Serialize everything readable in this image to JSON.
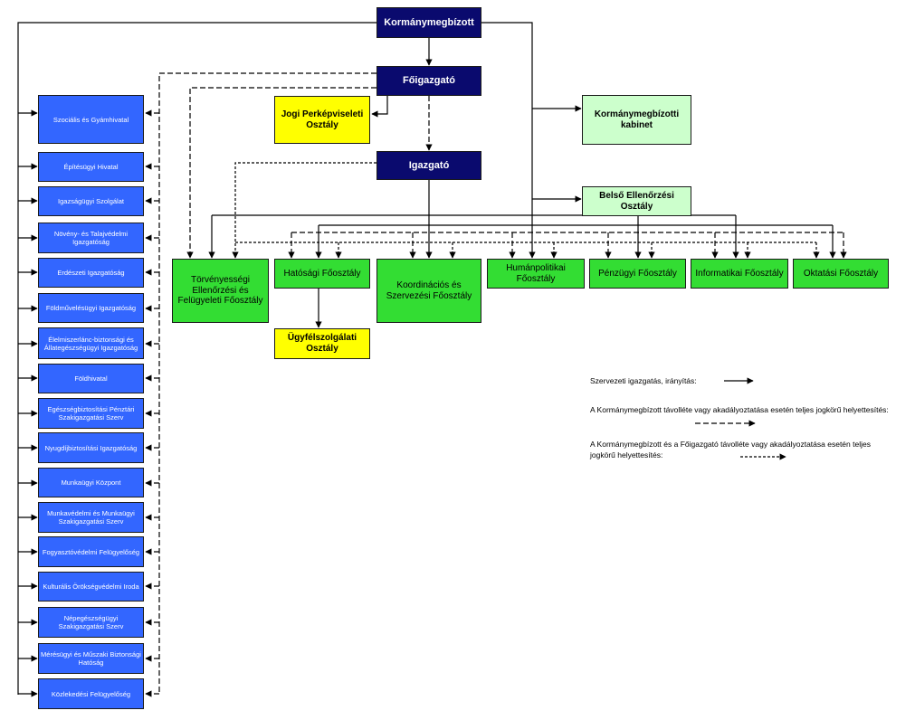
{
  "top": {
    "kormanymegbizott": "Kormánymegbízott",
    "foigazgato": "Főigazgató",
    "igazgato": "Igazgató"
  },
  "yellow": {
    "jogi": "Jogi Perképviseleti Osztály",
    "ugyfelszolgalati": "Ügyfélszolgálati Osztály"
  },
  "cabinet": {
    "kabinet": "Kormánymegbízotti kabinet",
    "belso": "Belső Ellenőrzési Osztály"
  },
  "departments": [
    "Törvényességi Ellenőrzési és Felügyeleti Főosztály",
    "Hatósági Főosztály",
    "Koordinációs és Szervezési Főosztály",
    "Humánpolitikai Főosztály",
    "Pénzügyi Főosztály",
    "Informatikai Főosztály",
    "Oktatási Főosztály"
  ],
  "agencies": [
    "Szociális és Gyámhivatal",
    "Építésügyi Hivatal",
    "Igazságügyi Szolgálat",
    "Növény- és Talajvédelmi Igazgatóság",
    "Erdészeti Igazgatóság",
    "Földművelésügyi Igazgatóság",
    "Élelmiszerlánc-biztonsági és Állategészségügyi Igazgatóság",
    "Földhivatal",
    "Egészségbiztosítási Pénztári Szakigazgatási Szerv",
    "Nyugdíjbiztosítási Igazgatóság",
    "Munkaügyi Központ",
    "Munkavédelmi és Munkaügyi Szakigazgatási Szerv",
    "Fogyasztóvédelmi Felügyelőség",
    "Kulturális Örökségvédelmi Iroda",
    "Népegészségügyi Szakigazgatási Szerv",
    "Mérésügyi és Műszaki Biztonsági Hatóság",
    "Közlekedési Felügyelőség"
  ],
  "legend": {
    "solid": "Szervezeti igazgatás, irányítás:",
    "dashed": "A Kormánymegbízott távolléte vagy akadályoztatása esetén teljes jogkörű helyettesítés:",
    "dotted": "A Kormánymegbízott és a Főigazgató távolléte vagy akadályoztatása esetén teljes jogkörű helyettesítés:"
  }
}
